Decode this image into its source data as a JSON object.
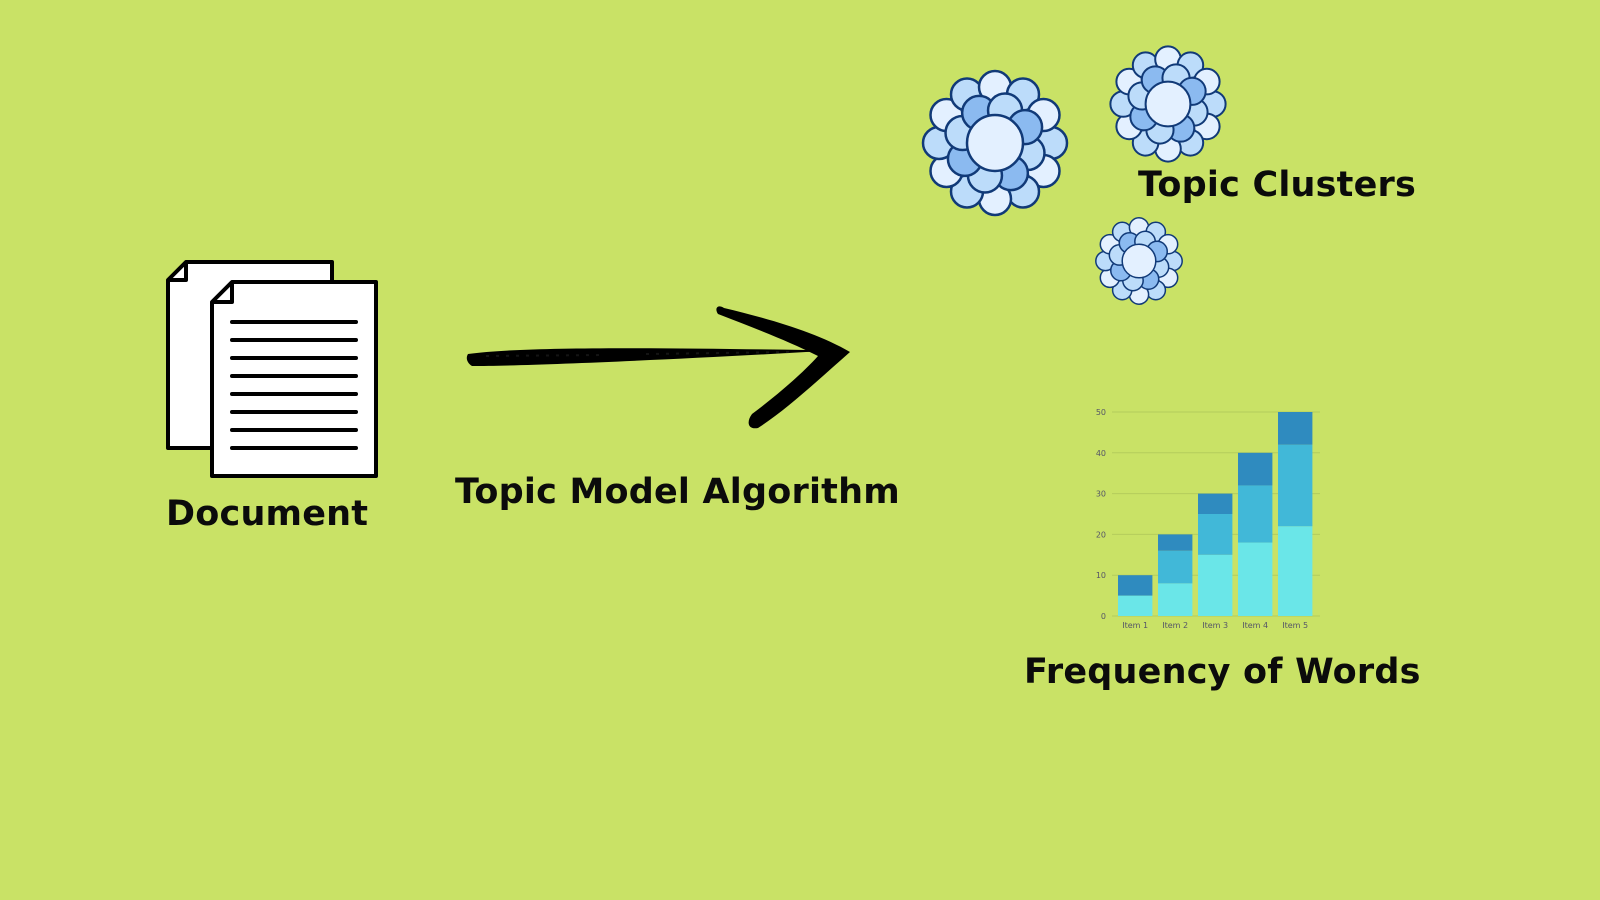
{
  "labels": {
    "document": "Document",
    "algorithm": "Topic Model Algorithm",
    "clusters": "Topic Clusters",
    "frequency": "Frequency of Words"
  },
  "icons": {
    "document": "document-stack-icon",
    "arrow": "arrow-right-icon",
    "clusters": "bubble-cluster-icon"
  },
  "colors": {
    "background": "#c9e266",
    "bubble_light": "#e3f0ff",
    "bubble_mid": "#bcdcfa",
    "bubble_dark": "#8bbaf0",
    "bubble_stroke": "#113a78",
    "bar_dark": "#2f8bbf",
    "bar_mid": "#41b8d8",
    "bar_light": "#6ae6e8"
  },
  "chart_data": {
    "type": "bar",
    "stacked": true,
    "categories": [
      "Item 1",
      "Item 2",
      "Item 3",
      "Item 4",
      "Item 5"
    ],
    "series": [
      {
        "values": [
          5,
          8,
          15,
          18,
          22
        ]
      },
      {
        "values": [
          0,
          8,
          10,
          14,
          20
        ]
      },
      {
        "values": [
          5,
          4,
          5,
          8,
          8
        ]
      }
    ],
    "yticks": [
      0,
      10,
      20,
      30,
      40,
      50
    ],
    "ylim": [
      0,
      50
    ],
    "grid": true
  }
}
